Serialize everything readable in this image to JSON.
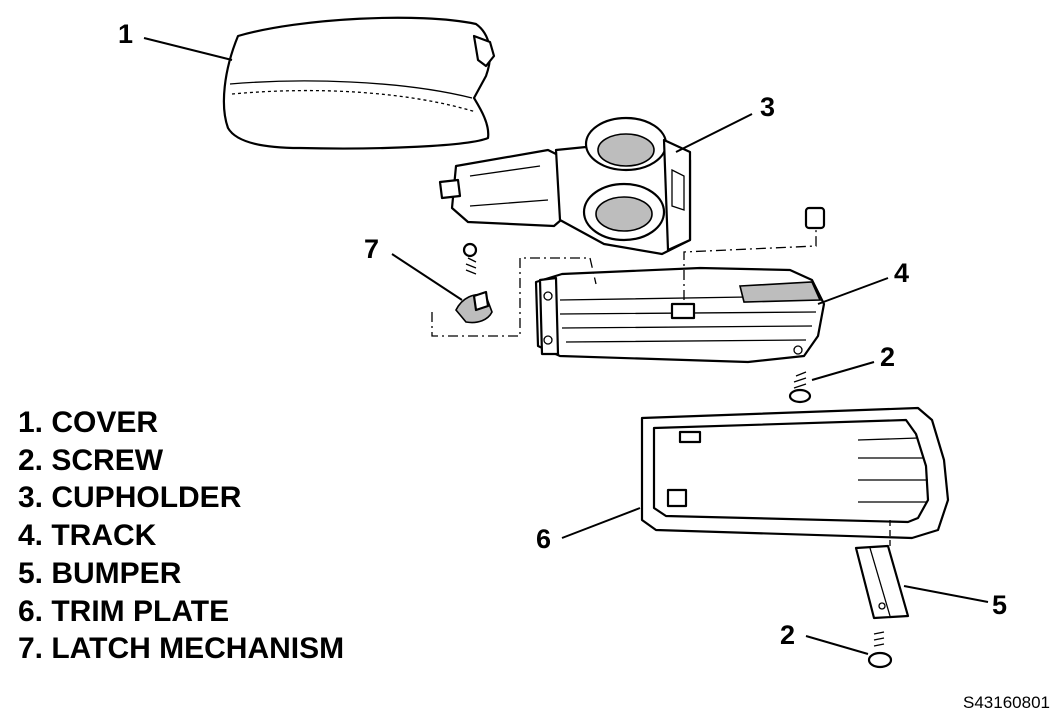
{
  "callouts": {
    "c1": "1",
    "c2a": "2",
    "c2b": "2",
    "c3": "3",
    "c4": "4",
    "c5": "5",
    "c6": "6",
    "c7": "7"
  },
  "legend": [
    "1. COVER",
    "2. SCREW",
    "3. CUPHOLDER",
    "4. TRACK",
    "5. BUMPER",
    "6. TRIM PLATE",
    "7. LATCH MECHANISM"
  ],
  "figure_id": "S43160801",
  "colors": {
    "line": "#000000",
    "background": "#ffffff",
    "shading": "#bdbdbd"
  }
}
